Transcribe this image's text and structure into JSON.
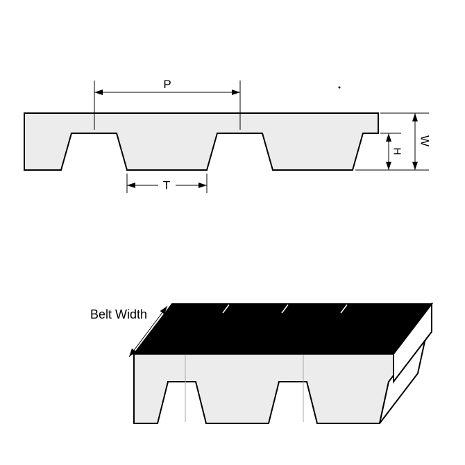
{
  "figure": {
    "background": "#ffffff",
    "outline_color": "#000000",
    "belt_fill": "#ececec",
    "top_face_color": "#000000",
    "end_face_color": "#ffffff"
  },
  "profile_view": {
    "pitch_label": "P",
    "tooth_width_label": "T",
    "tooth_height_label": "H",
    "width_label": "W"
  },
  "perspective_view": {
    "belt_width_label": "Belt Width"
  }
}
